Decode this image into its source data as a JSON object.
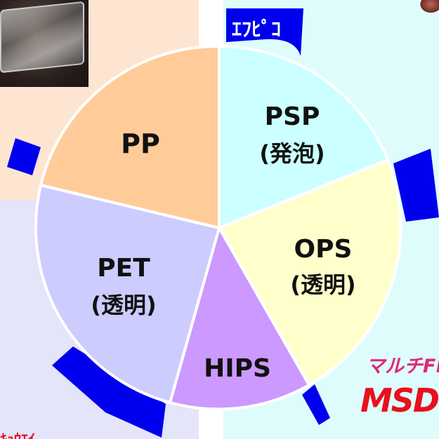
{
  "segments": [
    {
      "id": "psp",
      "line1": "PSP",
      "line2": "(発泡)",
      "color": "#ccffff"
    },
    {
      "id": "ops",
      "line1": "OPS",
      "line2": "(透明)",
      "color": "#ffffcc"
    },
    {
      "id": "hips",
      "line1": "HIPS",
      "line2": "",
      "color": "#cc99ff"
    },
    {
      "id": "pet",
      "line1": "PET",
      "line2": "(透明)",
      "color": "#ccccff"
    },
    {
      "id": "pp",
      "line1": "PP",
      "line2": "",
      "color": "#ffcc99"
    }
  ],
  "callout": {
    "text": "ｴﾌﾋﾟｺ"
  },
  "brands": {
    "multi": "マルチFl",
    "msd": "MSD",
    "bottom": "ｷｮｳｴｲ"
  },
  "colors": {
    "accent": "#0000ee",
    "stroke": "#ffffff"
  }
}
